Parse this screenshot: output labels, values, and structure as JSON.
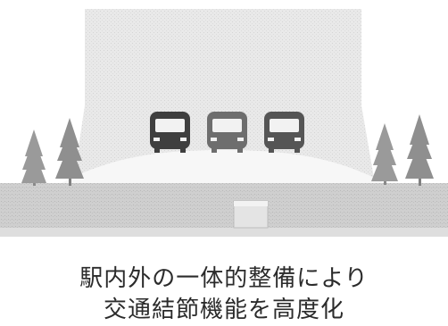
{
  "caption": {
    "line1": "駅内外の一体的整備により",
    "line2": "交通結節機能を高度化"
  },
  "illustration": {
    "vehicles": [
      {
        "name": "bus-icon-left",
        "shade": "#555555"
      },
      {
        "name": "bus-icon-center",
        "shade": "#777777"
      },
      {
        "name": "bus-icon-right",
        "shade": "#666666"
      }
    ],
    "colors": {
      "building": "#e6e6e6",
      "plaza": "#f7f7f7",
      "ground": "#cfcfcf",
      "tree": "#9a9a9a"
    }
  }
}
